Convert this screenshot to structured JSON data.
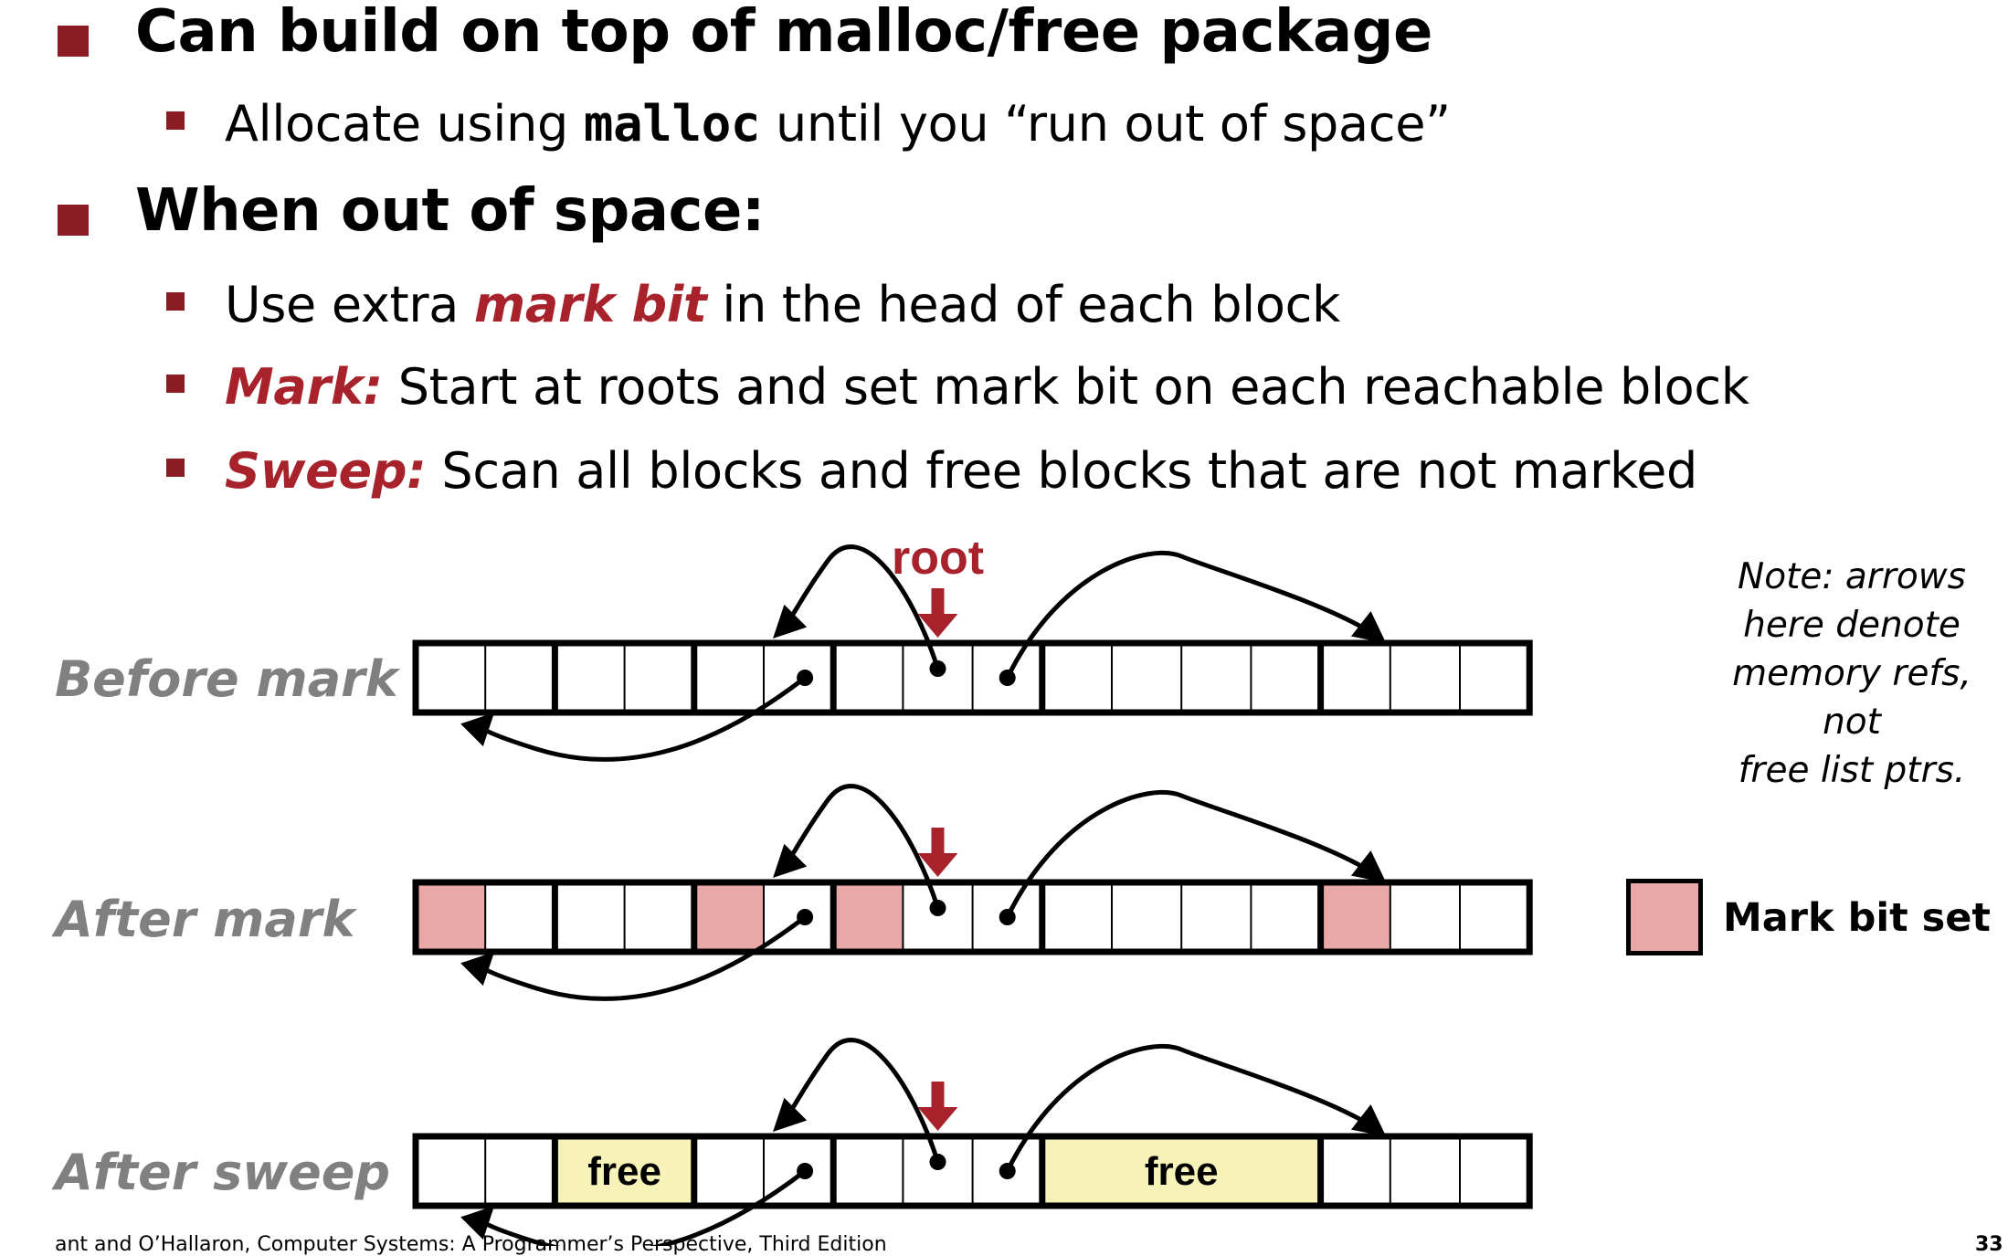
{
  "bullets": {
    "b1": {
      "text": "Can build on top of malloc/free package"
    },
    "b1_sub": {
      "pre": "Allocate using ",
      "code": "malloc",
      "post": " until you “run out of space”"
    },
    "b2": {
      "text": "When out of space:"
    },
    "b2_sub1": {
      "pre": "Use extra ",
      "em": "mark bit",
      "post": " in the head of each block"
    },
    "b2_sub2": {
      "em": "Mark:",
      "post": " Start at roots and set mark bit on each reachable block"
    },
    "b2_sub3": {
      "em": "Sweep:",
      "post": " Scan all blocks and free blocks that are not marked"
    }
  },
  "diagram": {
    "root_label": "root",
    "rows": [
      {
        "label": "Before mark",
        "marked_cells": [],
        "free_ranges": []
      },
      {
        "label": "After mark",
        "marked_cells": [
          0,
          4,
          6,
          13
        ],
        "free_ranges": []
      },
      {
        "label": "After sweep",
        "marked_cells": [],
        "free_ranges": [
          [
            2,
            3
          ],
          [
            9,
            12
          ]
        ]
      }
    ],
    "free_label": "free",
    "cell_count": 16,
    "block_boundaries": [
      2,
      4,
      6,
      9,
      13
    ],
    "colors": {
      "marked": "#e8a8a8",
      "free": "#f7f3b8",
      "accent": "#a8222c"
    }
  },
  "note": [
    "Note: arrows",
    "here denote",
    "memory refs, not",
    "free list ptrs."
  ],
  "legend": {
    "label": "Mark bit set"
  },
  "footer": {
    "text": "ant and O’Hallaron, Computer Systems: A Programmer’s Perspective, Third Edition",
    "page": "33"
  }
}
